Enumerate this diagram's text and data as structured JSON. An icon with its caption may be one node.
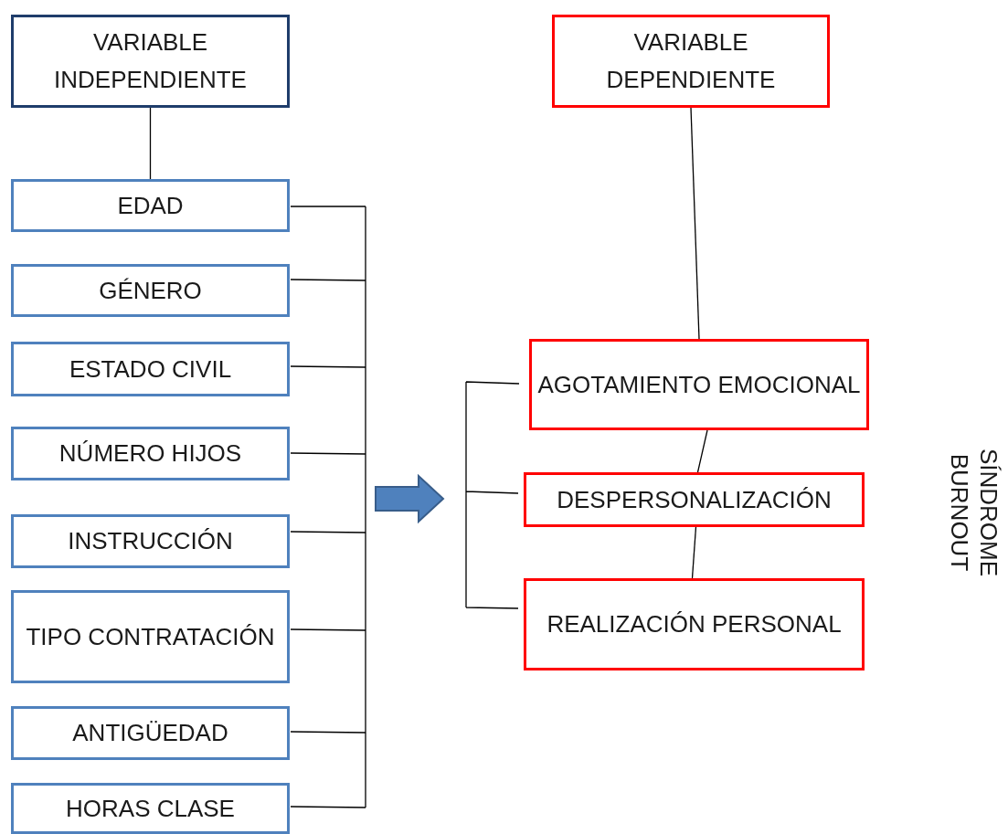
{
  "diagram": {
    "nodes": [
      {
        "text": [
          "VARIABLE INDEPENDIENTE"
        ]
      },
      {
        "text": [
          "EDAD"
        ]
      },
      {
        "text": [
          "GÉNERO"
        ]
      },
      {
        "text": [
          "ESTADO CIVIL"
        ]
      },
      {
        "text": [
          "NÚMERO HIJOS"
        ]
      },
      {
        "text": [
          "INSTRUCCIÓN"
        ]
      },
      {
        "text": [
          "TIPO CONTRATACIÓN"
        ]
      },
      {
        "text": [
          "ANTIGÜEDAD"
        ]
      },
      {
        "text": [
          "HORAS CLASE"
        ]
      },
      {
        "text": [
          "VARIABLE DEPENDIENTE"
        ]
      },
      {
        "text": [
          "AGOTAMIENTO EMOCIONAL"
        ]
      },
      {
        "text": [
          "DESPERSONALIZACIÓN"
        ]
      },
      {
        "text": [
          "REALIZACIÓN PERSONAL"
        ]
      }
    ],
    "edges": [
      {
        "from": 0,
        "to": 1,
        "arrow": "none"
      },
      {
        "from": 9,
        "to": 10,
        "arrow": "none"
      },
      {
        "from": 10,
        "to": 11,
        "arrow": "none"
      },
      {
        "from": 11,
        "to": 12,
        "arrow": "none"
      }
    ],
    "labels": [
      "SÍNDROME BURNOUT"
    ]
  }
}
